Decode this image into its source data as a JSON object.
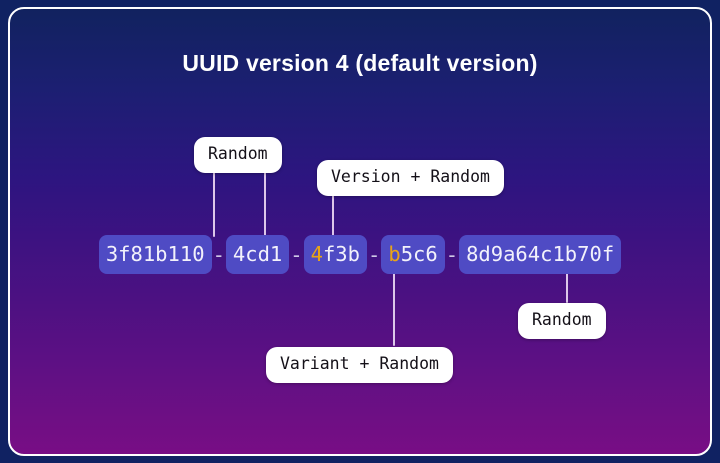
{
  "card": {
    "title": "UUID version 4 (default version)",
    "border_color": "#ffffff",
    "gradient_top": "#11225f",
    "gradient_bottom": "#780d85",
    "outer_background": "#102262"
  },
  "uuid": {
    "full": "3f81b110-4cd1-4f3b-b5c6-8d9a64c1b70f",
    "segment_background": "#4f4bc4",
    "segment_text_color": "#f2f1fb",
    "highlight_color": "#e8a417",
    "separator": "-",
    "segments": [
      {
        "text": "3f81b110",
        "highlight_prefix": "",
        "rest": "3f81b110"
      },
      {
        "text": "4cd1",
        "highlight_prefix": "",
        "rest": "4cd1"
      },
      {
        "text": "4f3b",
        "highlight_prefix": "4",
        "rest": "f3b"
      },
      {
        "text": "b5c6",
        "highlight_prefix": "b",
        "rest": "5c6"
      },
      {
        "text": "8d9a64c1b70f",
        "highlight_prefix": "",
        "rest": "8d9a64c1b70f"
      }
    ]
  },
  "annotations": {
    "connector_color": "#ddc7ea",
    "chip_background": "#ffffff",
    "chip_text_color": "#141018",
    "labels": [
      {
        "id": "random-top",
        "text": "Random"
      },
      {
        "id": "version-random",
        "text": "Version + Random"
      },
      {
        "id": "variant-random",
        "text": "Variant + Random"
      },
      {
        "id": "random-bottom",
        "text": "Random"
      }
    ]
  }
}
